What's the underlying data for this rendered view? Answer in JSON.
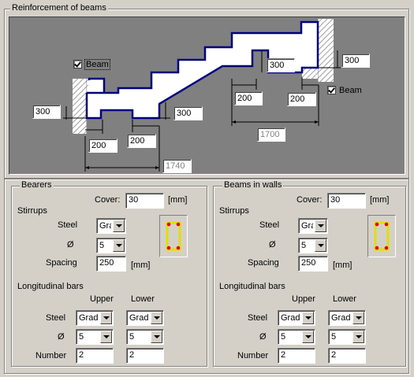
{
  "reinforcement": {
    "title": "Reinforcement of beams",
    "beam_left_label": "Beam",
    "beam_right_label": "Beam",
    "left_height": "300",
    "left_step_height": "300",
    "right_step_height": "300",
    "right_height": "300",
    "left_bearing_width": "200",
    "left_step_width": "200",
    "right_step_width": "200",
    "right_bearing_width": "200",
    "left_span": "1740",
    "right_span": "1700"
  },
  "bearers": {
    "title": "Bearers",
    "cover_label": "Cover:",
    "cover_value": "30",
    "cover_unit": "[mm]",
    "stirrups_label": "Stirrups",
    "steel_label": "Steel",
    "steel_value": "Grad",
    "diameter_label": "Ø",
    "diameter_value": "5",
    "spacing_label": "Spacing",
    "spacing_value": "250",
    "spacing_unit": "[mm]",
    "long_bars_label": "Longitudinal bars",
    "upper_label": "Upper",
    "lower_label": "Lower",
    "long_steel_label": "Steel",
    "upper_steel": "Grad",
    "lower_steel": "Grad",
    "long_diameter_label": "Ø",
    "upper_diameter": "5",
    "lower_diameter": "5",
    "number_label": "Number",
    "upper_number": "2",
    "lower_number": "2"
  },
  "walls": {
    "title": "Beams in walls",
    "cover_label": "Cover:",
    "cover_value": "30",
    "cover_unit": "[mm]",
    "stirrups_label": "Stirrups",
    "steel_label": "Steel",
    "steel_value": "Grad",
    "diameter_label": "Ø",
    "diameter_value": "5",
    "spacing_label": "Spacing",
    "spacing_value": "250",
    "spacing_unit": "[mm]",
    "long_bars_label": "Longitudinal bars",
    "upper_label": "Upper",
    "lower_label": "Lower",
    "long_steel_label": "Steel",
    "upper_steel": "Grad",
    "lower_steel": "Grad",
    "long_diameter_label": "Ø",
    "upper_diameter": "5",
    "lower_diameter": "5",
    "number_label": "Number",
    "upper_number": "2",
    "lower_number": "2"
  },
  "colors": {
    "beam_outline": "#000080",
    "stirrup": "#e0e000",
    "bar": "#e00000",
    "disabled_text": "#808080"
  }
}
